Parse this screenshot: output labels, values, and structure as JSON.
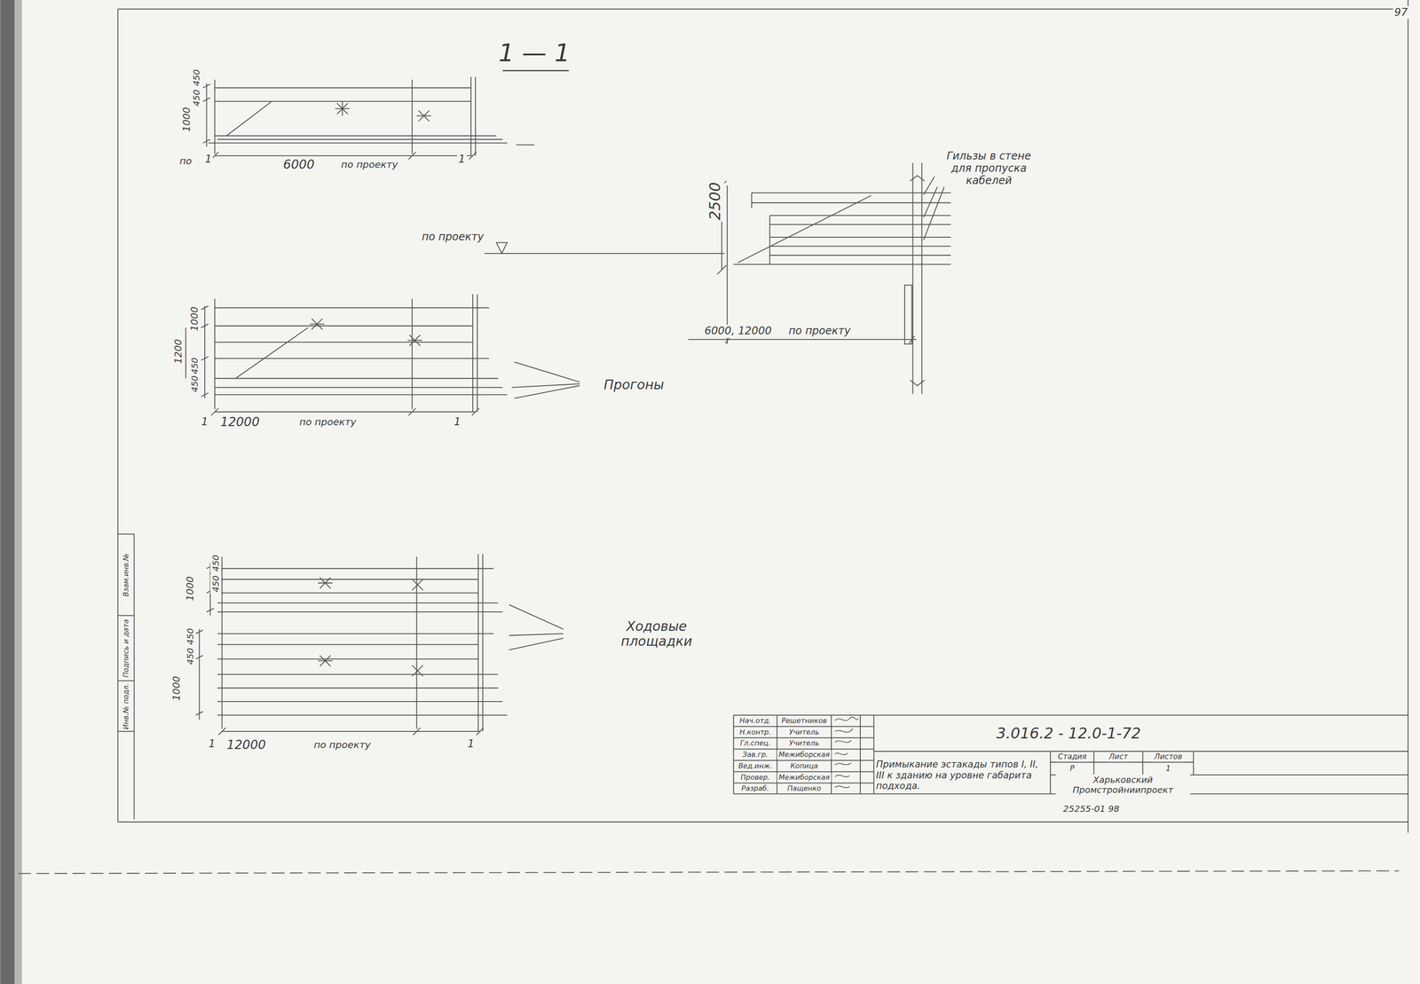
{
  "diagram": {
    "title": "1 — 1",
    "labels": [
      "97",
      "Гильзы в стене для пропуска кабелей",
      "2500",
      "по проекту",
      "6000, 12000",
      "по проекту",
      "450",
      "450",
      "1000",
      "по",
      "1",
      "6000",
      "по проекту",
      "1",
      "1000",
      "1200",
      "450",
      "450",
      "1",
      "12000",
      "по проекту",
      "1",
      "Прогоны",
      "1000",
      "450",
      "450",
      "450",
      "450",
      "1000",
      "1",
      "12000",
      "по проекту",
      "1",
      "Ходовые площадки",
      "Взам.инв.№",
      "Подпись и дата",
      "Инв.№ подл.",
      "Нач.отд.",
      "Решетников",
      "Н.контр.",
      "Учитель",
      "Гл.спец.",
      "Учитель",
      "Зав.гр.",
      "Межиборская",
      "Вед.инж.",
      "Копица",
      "Провер.",
      "Межиборская",
      "Разраб.",
      "Пащенко",
      "3.016.2 - 12.0-1-72",
      "Примыкание эстакады типов I, II, III к зданию на уровне габарита подхода.",
      "Стадия",
      "Лист",
      "Листов",
      "Р",
      "1",
      "Харьковский Промстройниипроект",
      "25255-01 98"
    ]
  }
}
